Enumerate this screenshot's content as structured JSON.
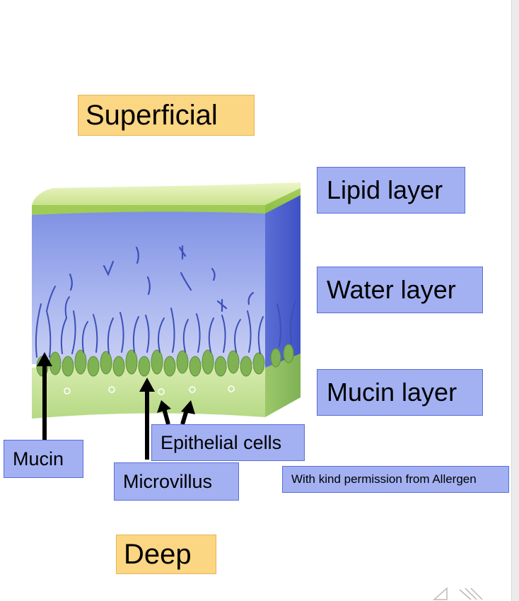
{
  "labels": {
    "superficial": "Superficial",
    "deep": "Deep",
    "lipid_layer": "Lipid layer",
    "water_layer": "Water layer",
    "mucin_layer": "Mucin layer",
    "mucin": "Mucin",
    "epithelial_cells": "Epithelial cells",
    "microvillus": "Microvillus",
    "credit": "With kind permission from Allergen"
  },
  "colors": {
    "orange_label_fill": "#fbd683",
    "blue_label_fill": "#a3b1f2",
    "lipid_green": "#b9d77a",
    "water_blue": "#8a9be6",
    "epithelium_green": "#93c46e",
    "arrow": "#000000"
  },
  "icons": [
    "previous-slide-icon",
    "next-slide-icon"
  ]
}
